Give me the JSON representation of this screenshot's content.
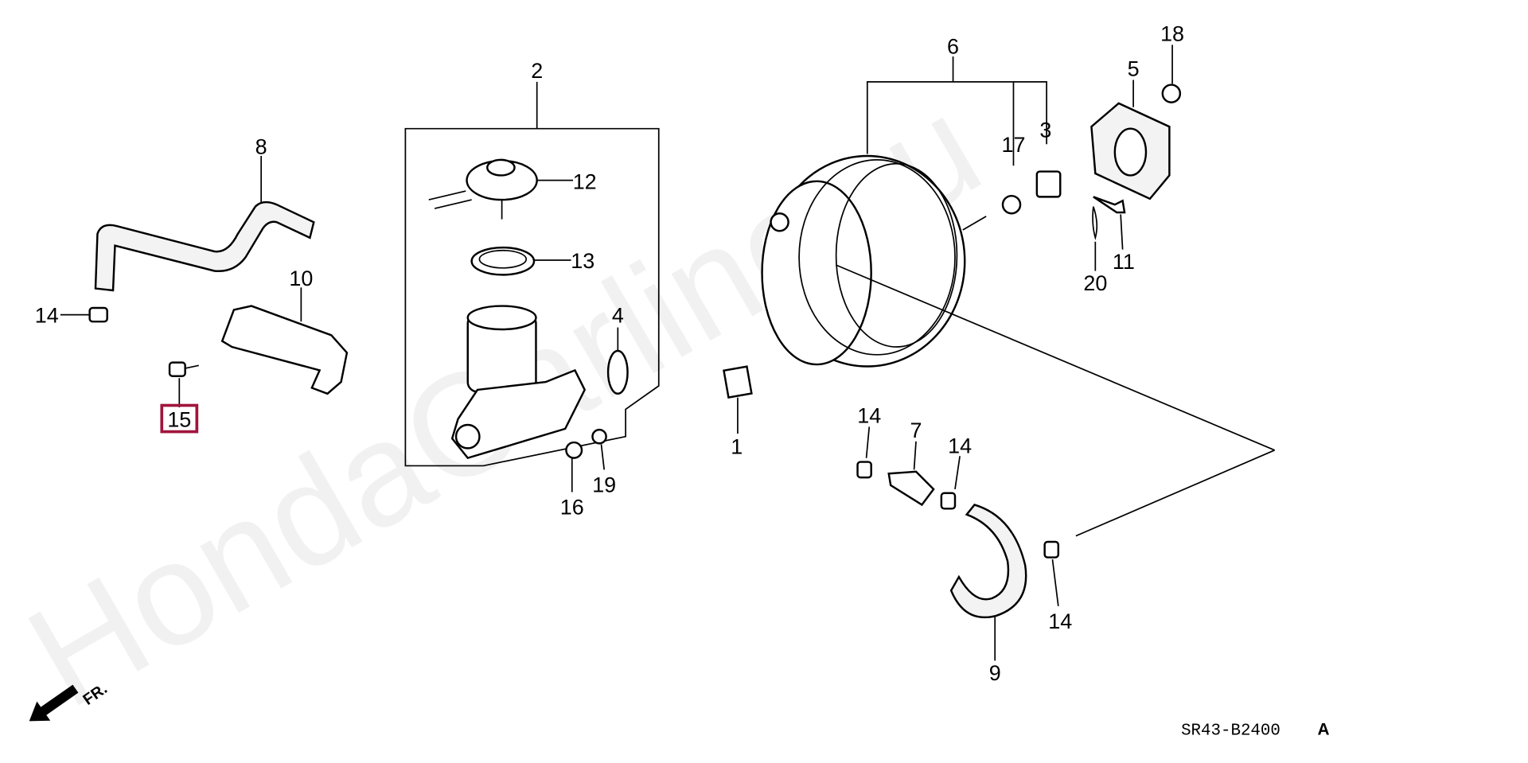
{
  "watermark": "HondaCarline.ru",
  "diagram_code": "SR43-B2400",
  "diagram_rev": "A",
  "front_marker": "FR.",
  "highlight_color": "#a0143c",
  "callouts": {
    "c1": "1",
    "c2": "2",
    "c3": "3",
    "c4": "4",
    "c5": "5",
    "c6": "6",
    "c7": "7",
    "c8": "8",
    "c9": "9",
    "c10": "10",
    "c11": "11",
    "c12": "12",
    "c13": "13",
    "c14a": "14",
    "c14b": "14",
    "c14c": "14",
    "c14d": "14",
    "c15": "15",
    "c16": "16",
    "c17": "17",
    "c18": "18",
    "c19": "19",
    "c20": "20"
  }
}
